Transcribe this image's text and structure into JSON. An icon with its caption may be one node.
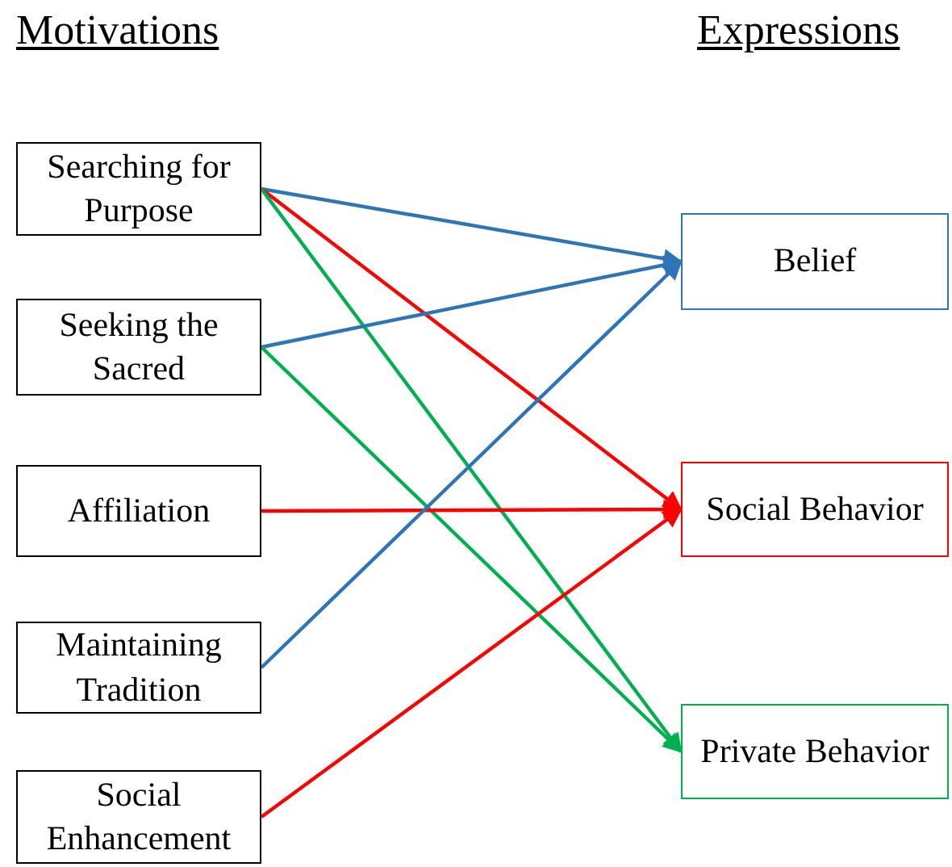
{
  "diagram": {
    "nodes": [
      {
        "text": [
          "Searching for Purpose"
        ]
      },
      {
        "text": [
          "Seeking the Sacred"
        ]
      },
      {
        "text": [
          "Affiliation"
        ]
      },
      {
        "text": [
          "Maintaining Tradition"
        ]
      },
      {
        "text": [
          "Social Enhancement"
        ]
      },
      {
        "text": [
          "Belief"
        ]
      },
      {
        "text": [
          "Social Behavior"
        ]
      },
      {
        "text": [
          "Private Behavior"
        ]
      }
    ],
    "edges": [
      {
        "from": 0,
        "to": 5,
        "arrow": "to",
        "color": "#2e75b6"
      },
      {
        "from": 0,
        "to": 6,
        "arrow": "to",
        "color": "#ff0000"
      },
      {
        "from": 0,
        "to": 7,
        "arrow": "to",
        "color": "#00b050"
      },
      {
        "from": 1,
        "to": 5,
        "arrow": "to",
        "color": "#2e75b6"
      },
      {
        "from": 1,
        "to": 7,
        "arrow": "to",
        "color": "#00b050"
      },
      {
        "from": 2,
        "to": 6,
        "arrow": "to",
        "color": "#ff0000"
      },
      {
        "from": 3,
        "to": 5,
        "arrow": "to",
        "color": "#2e75b6"
      },
      {
        "from": 4,
        "to": 6,
        "arrow": "to",
        "color": "#ff0000"
      }
    ],
    "labels": [
      "Motivations",
      "Expressions"
    ]
  }
}
